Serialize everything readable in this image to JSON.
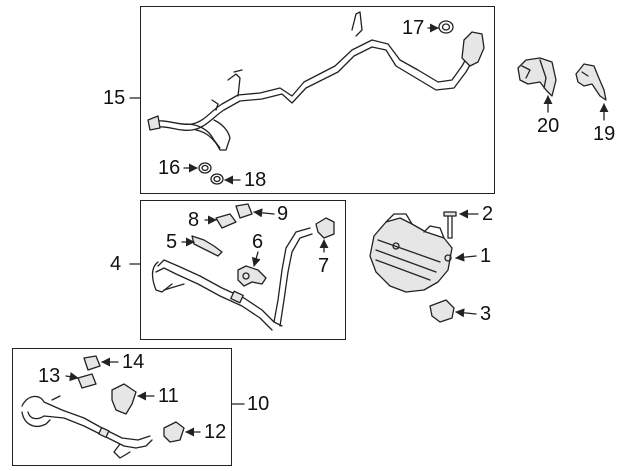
{
  "callouts": [
    {
      "id": "c1",
      "label": "1"
    },
    {
      "id": "c2",
      "label": "2"
    },
    {
      "id": "c3",
      "label": "3"
    },
    {
      "id": "c4",
      "label": "4"
    },
    {
      "id": "c5",
      "label": "5"
    },
    {
      "id": "c6",
      "label": "6"
    },
    {
      "id": "c7",
      "label": "7"
    },
    {
      "id": "c8",
      "label": "8"
    },
    {
      "id": "c9",
      "label": "9"
    },
    {
      "id": "c10",
      "label": "10"
    },
    {
      "id": "c11",
      "label": "11"
    },
    {
      "id": "c12",
      "label": "12"
    },
    {
      "id": "c13",
      "label": "13"
    },
    {
      "id": "c14",
      "label": "14"
    },
    {
      "id": "c15",
      "label": "15"
    },
    {
      "id": "c16",
      "label": "16"
    },
    {
      "id": "c17",
      "label": "17"
    },
    {
      "id": "c18",
      "label": "18"
    },
    {
      "id": "c19",
      "label": "19"
    },
    {
      "id": "c20",
      "label": "20"
    }
  ],
  "colors": {
    "line": "#222222",
    "part_fill": "#e6e6e6",
    "background": "#ffffff"
  }
}
